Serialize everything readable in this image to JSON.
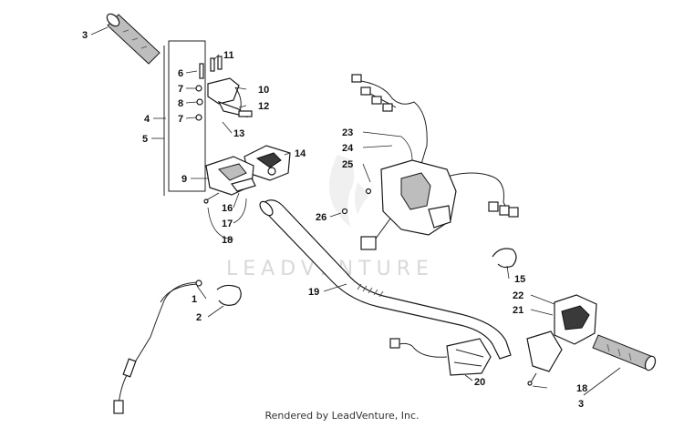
{
  "callouts": {
    "c1": "1",
    "c2": "2",
    "c3a": "3",
    "c3b": "3",
    "c4": "4",
    "c5": "5",
    "c6": "6",
    "c7a": "7",
    "c7b": "7",
    "c8": "8",
    "c9": "9",
    "c10": "10",
    "c11": "11",
    "c12": "12",
    "c13": "13",
    "c14": "14",
    "c15": "15",
    "c16": "16",
    "c17": "17",
    "c18a": "18",
    "c18b": "18",
    "c19": "19",
    "c20": "20",
    "c21": "21",
    "c22": "22",
    "c23": "23",
    "c24": "24",
    "c25": "25",
    "c26": "26"
  },
  "watermark": "LEADVENTURE",
  "footer": "Rendered by LeadVenture, Inc.",
  "colors": {
    "line": "#222222",
    "watermark": "#d9d9d9"
  }
}
